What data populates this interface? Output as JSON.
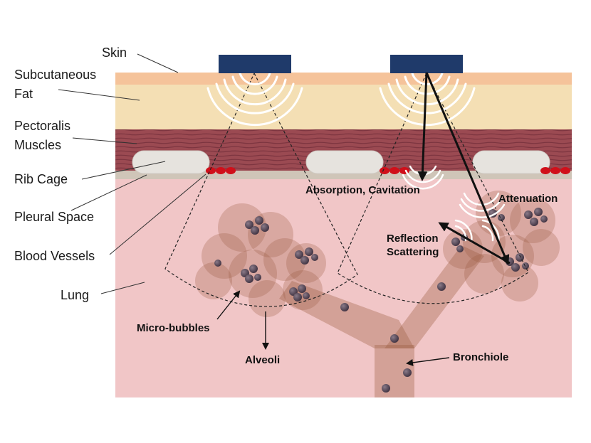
{
  "labels": {
    "skin": "Skin",
    "subcutaneous_1": "Subcutaneous",
    "subcutaneous_2": "Fat",
    "pectoralis_1": "Pectoralis",
    "pectoralis_2": "Muscles",
    "rib_cage": "Rib Cage",
    "pleural_space": "Pleural Space",
    "blood_vessels": "Blood Vessels",
    "lung": "Lung"
  },
  "annotations": {
    "absorption": "Absorption, Cavitation",
    "attenuation": "Attenuation",
    "reflection": "Reflection",
    "scattering": "Scattering",
    "microbubbles": "Micro-bubbles",
    "alveoli": "Alveoli",
    "bronchiole": "Bronchiole"
  },
  "colors": {
    "skin": "#f5c39a",
    "fat": "#f4dfb4",
    "muscle": "#9b4a52",
    "rib": "#e6e3de",
    "pleura": "#cfc5b8",
    "lung": "#f1c6c7",
    "vessel": "#d0101a",
    "transducer": "#1f3a6a",
    "alveolus": "#9a5b3f",
    "bubble": "#5a4a58"
  }
}
